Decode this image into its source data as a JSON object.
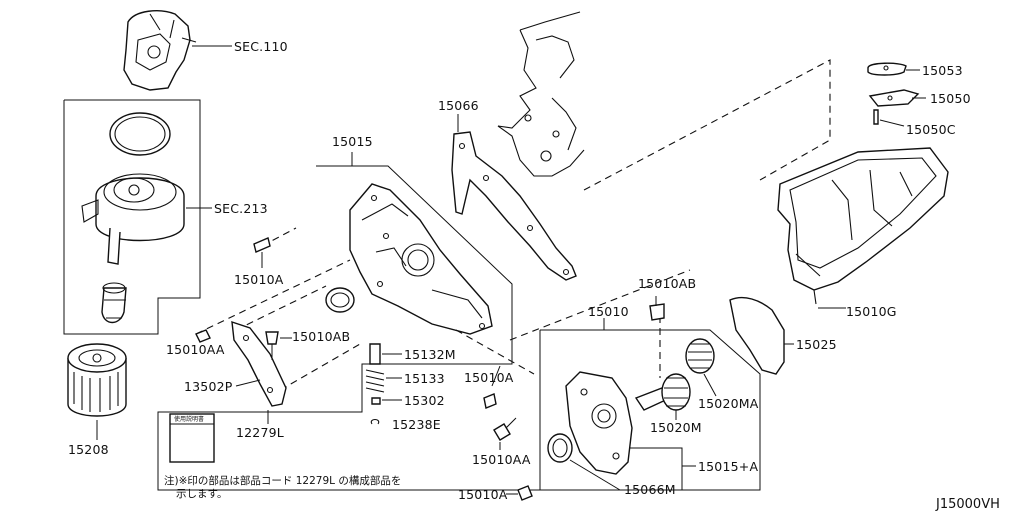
{
  "labels": {
    "sec110": "SEC.110",
    "p15053": "15053",
    "p15050": "15050",
    "p15050c": "15050C",
    "p15066": "15066",
    "p15015": "15015",
    "sec213": "SEC.213",
    "p15010a_top": "15010A",
    "p15010g": "15010G",
    "p15010ab_top": "15010AB",
    "p15010": "15010",
    "p15025": "15025",
    "p15010ab_left": "15010AB",
    "p15010aa_left": "15010AA",
    "p13502p": "13502P",
    "p12279l": "12279L",
    "p15132m": "15132M",
    "p15133": "15133",
    "p15302": "15302",
    "p15238e": "15238E",
    "p15010a_mid": "15010A",
    "p15010aa_bot": "15010AA",
    "p15010a_bot": "15010A",
    "p15020ma": "15020MA",
    "p15020m": "15020M",
    "p15015a": "15015+A",
    "p15066m": "15066M",
    "p15208": "15208",
    "manual": "使用説明書",
    "note_line1": "注)※印の部品は部品コード 12279L の構成部品を",
    "note_line2": "示します。",
    "diagram_id": "J15000VH"
  }
}
